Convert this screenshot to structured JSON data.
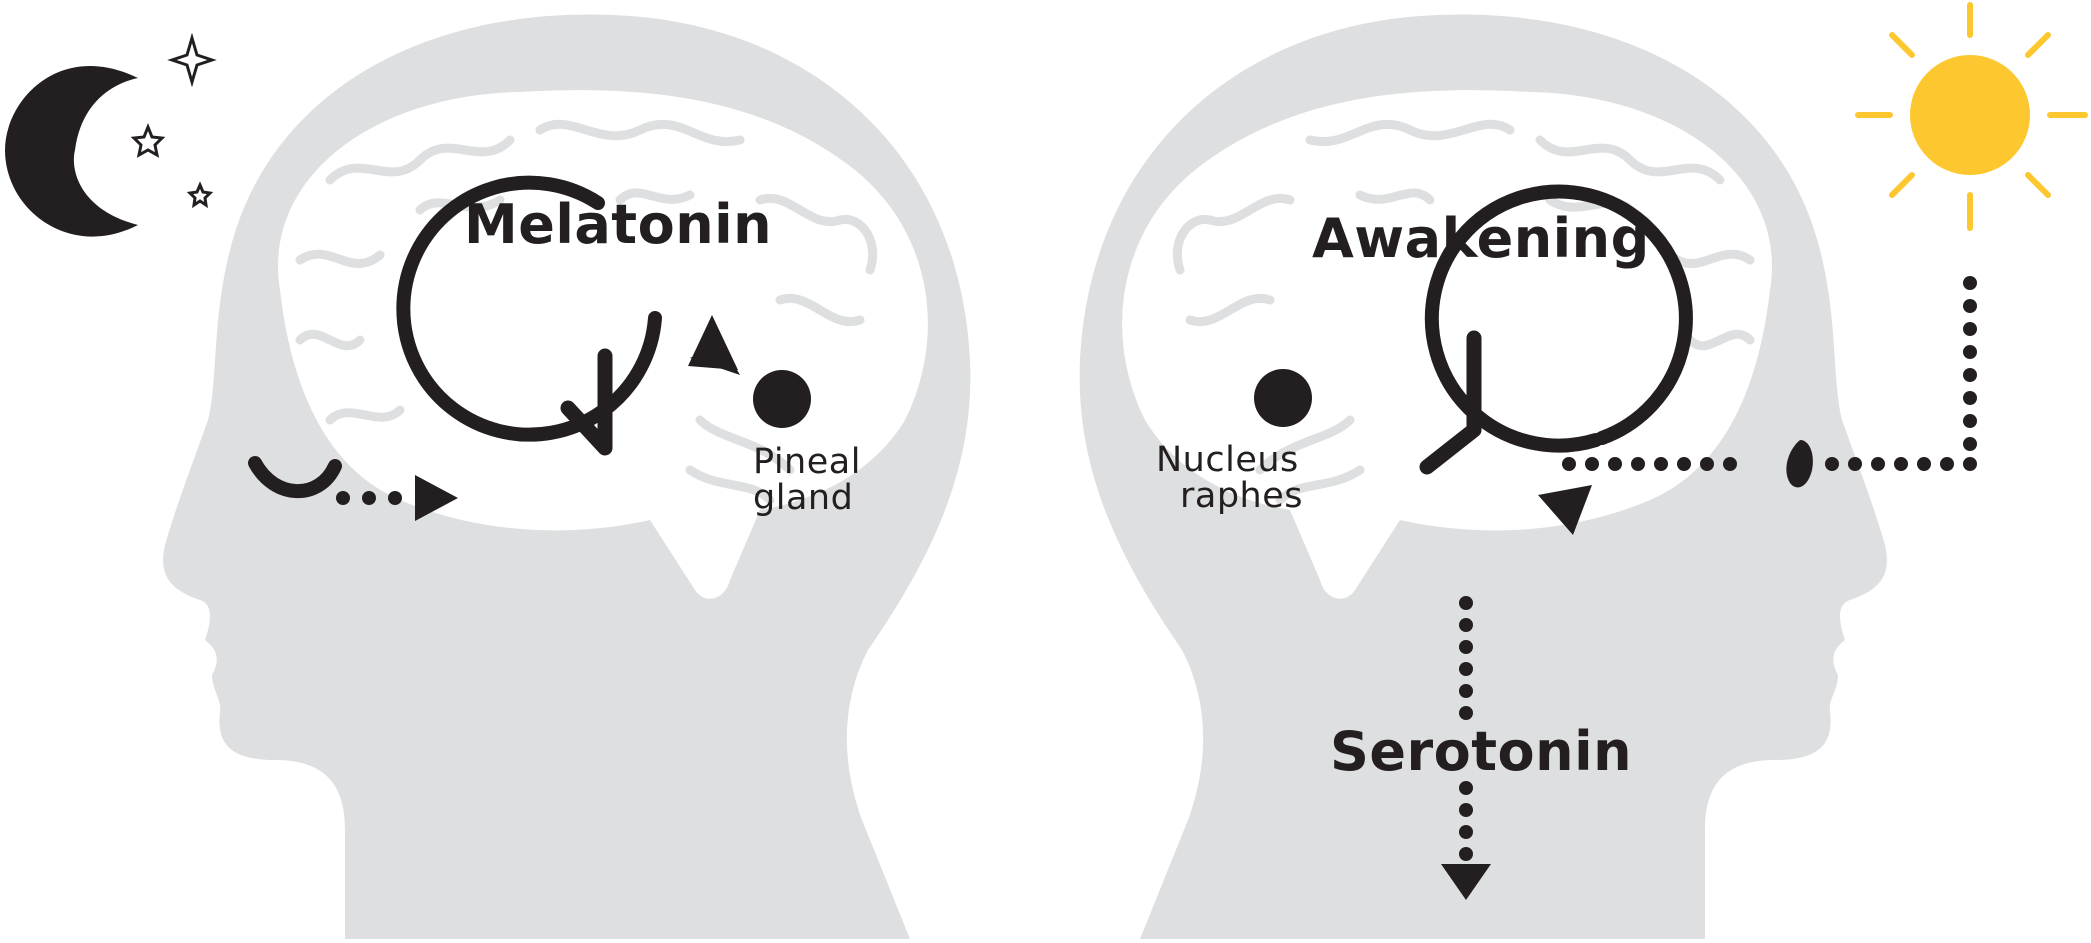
{
  "left_panel": {
    "title": "Melatonin",
    "gland_label_line1": "Pineal",
    "gland_label_line2": "gland"
  },
  "right_panel": {
    "title": "Awakening",
    "nucleus_label_line1": "Nucleus",
    "nucleus_label_line2": "raphes",
    "output_label": "Serotonin"
  },
  "icons": {
    "night": "moon-with-stars-icon",
    "day": "sun-icon",
    "left_eye": "closed-eye-icon",
    "right_eye": "open-eye-icon"
  },
  "colors": {
    "head_silhouette": "#dedfe0",
    "brain": "#ffffff",
    "ink": "#231f20",
    "sun": "#fdc82f",
    "stars_outline": "#231f20"
  }
}
